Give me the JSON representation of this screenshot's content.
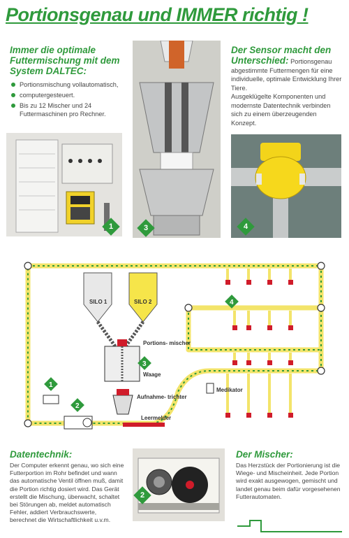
{
  "title": "Portionsgenau und IMMER richtig !",
  "section1": {
    "heading": "Immer die optimale Futtermischung mit dem System DALTEC:",
    "bullets": [
      "Portionsmischung vollautomatisch,",
      "computergesteuert.",
      "Bis zu 12 Mischer und 24 Futtermaschinen pro Rechner."
    ]
  },
  "section2": {
    "heading_line": "Der Sensor macht den",
    "heading_inline": "Unterschied:",
    "body_inline": "Portionsgenau abgestimmte Futtermengen für eine individuelle, optimale Entwicklung Ihrer Tiere.",
    "body": "Ausgeklügelte Komponenten und modernste Datentechnik verbinden sich zu einem überzeugenden Konzept."
  },
  "badges": {
    "b1": "1",
    "b2": "2",
    "b3": "3",
    "b4": "4"
  },
  "diagram": {
    "silo1": "SILO 1",
    "silo2": "SILO 2",
    "portionsmischer": "Portions- mischer",
    "waage": "Waage",
    "aufnahmetrichter": "Aufnahme- trichter",
    "leermelder": "Leermelder",
    "medikator": "Medikator"
  },
  "section3": {
    "heading": "Datentechnik:",
    "body": "Der Computer erkennt genau, wo sich eine Futterportion im Rohr befindet und wann das automatische Ventil öffnen muß, damit die Portion richtig dosiert wird. Das Gerät erstellt die Mischung, überwacht, schaltet bei Störungen ab, meldet automatisch Fehler, addiert Verbrauchswerte, berechnet die Wirtschaftlichkeit u.v.m."
  },
  "section4": {
    "heading": "Der Mischer:",
    "body": "Das Herzstück der Portionierung ist die Wiege- und Mischeinheit. Jede Portion wird exakt ausgewogen, gemischt und landet genau beim dafür vorgesehenen Futterautomaten."
  },
  "colors": {
    "accent": "#2f9a3c",
    "pipe": "#f3e46a",
    "valve": "#d01c2a"
  }
}
